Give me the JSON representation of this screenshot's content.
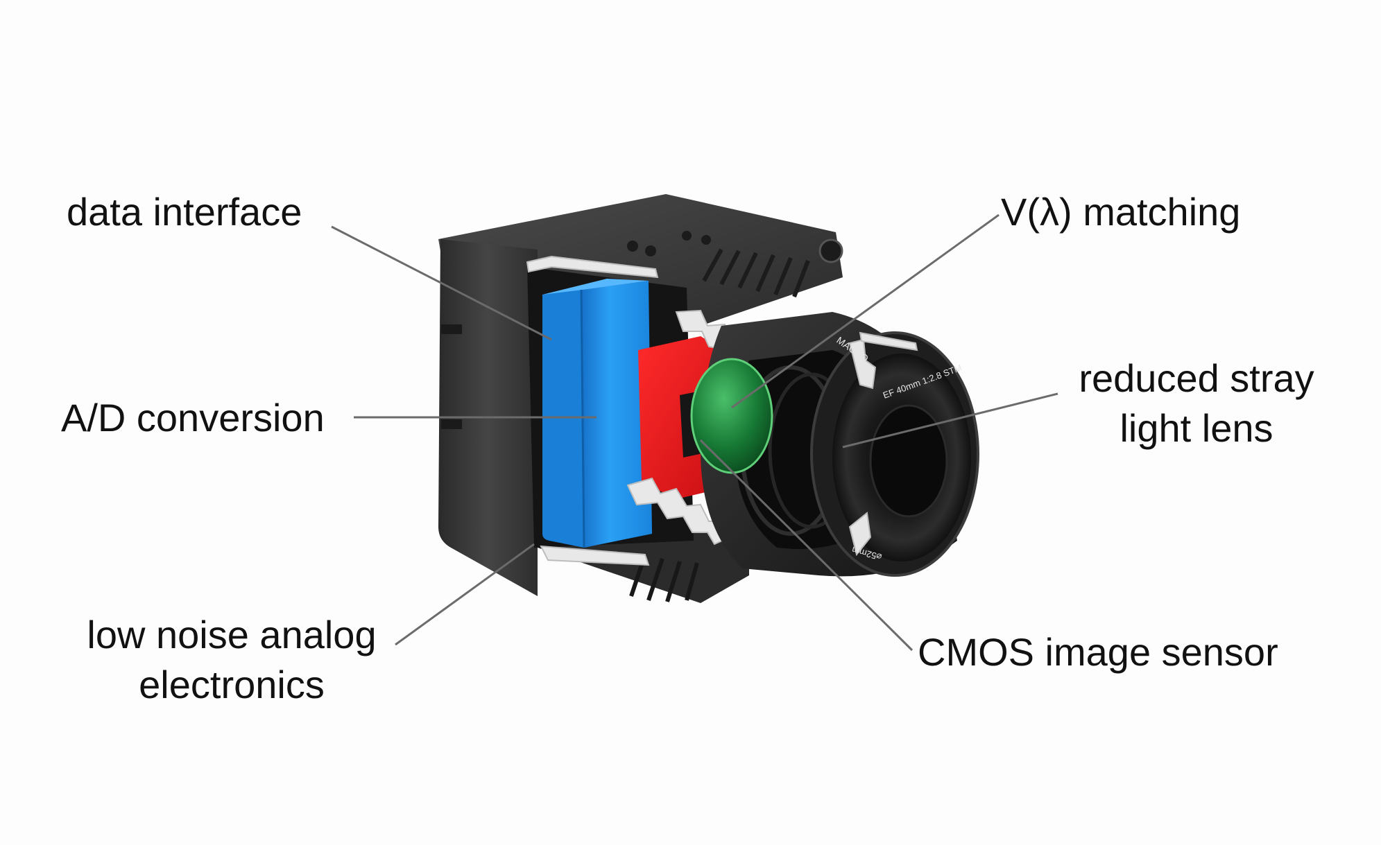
{
  "labels": {
    "data_interface": "data interface",
    "ad_conversion": "A/D conversion",
    "low_noise_line1": "low noise analog",
    "low_noise_line2": "electronics",
    "v_lambda": "V(λ) matching",
    "reduced_stray_line1": "reduced stray",
    "reduced_stray_line2": "light lens",
    "cmos": "CMOS image sensor"
  },
  "lens_markings": {
    "brand": "MACRO",
    "spec": "EF 40mm 1:2.8 STM",
    "diameter": "⌀52mm"
  },
  "colors": {
    "background": "#fdfdfd",
    "housing": "#3a3a3a",
    "blue_component": "#1e90ea",
    "red_component": "#e8181c",
    "green_filter": "#1a7a3a",
    "leader_line": "#6b6b6b",
    "text": "#111111"
  }
}
